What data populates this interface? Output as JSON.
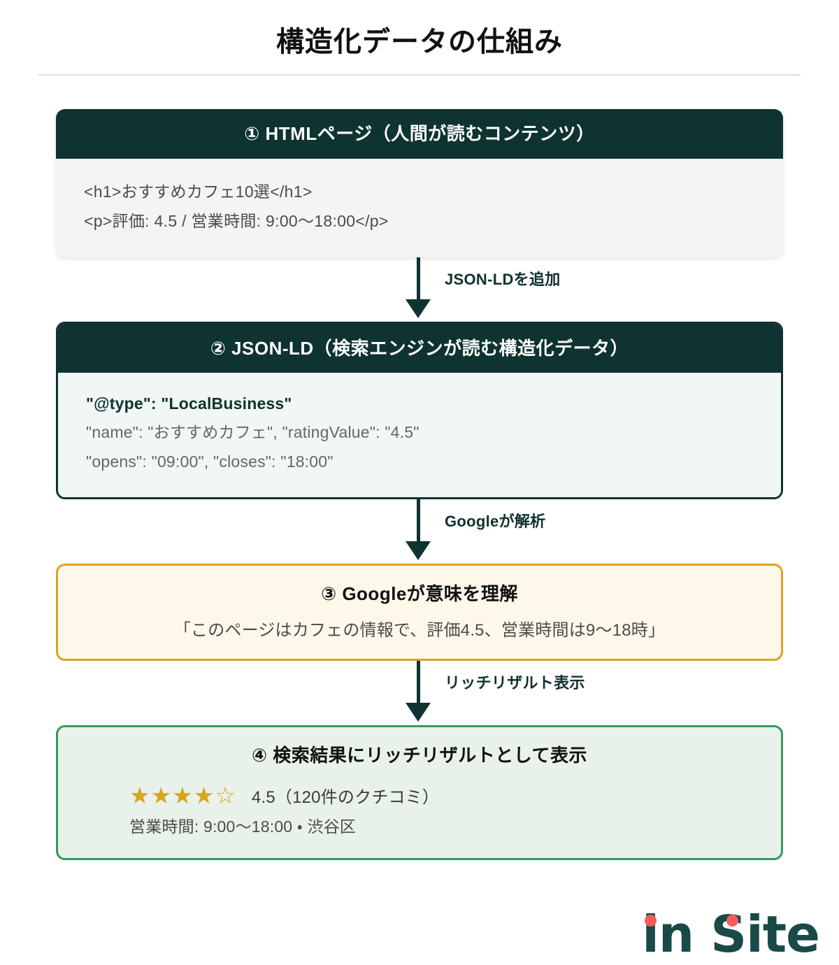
{
  "page": {
    "title": "構造化データの仕組み"
  },
  "brand": {
    "name": "in Site",
    "part_one": "in",
    "part_two": "Site",
    "text_color": "#1a4a47",
    "dot_color": "#f85d55"
  },
  "colors": {
    "dark_teal": "#0e3330",
    "gold": "#d9a521",
    "green": "#34995a",
    "gray_body": "#f4f4f4",
    "mint_body": "#f0f7f5",
    "cream_body": "#fdf8ea",
    "pale_green_body": "#e8f2ea",
    "divider": "#dddddd"
  },
  "steps": [
    {
      "id": "step-1",
      "header": "① HTMLページ（人間が読むコンテンツ）",
      "lines": [
        "<h1>おすすめカフェ10選</h1>",
        "<p>評価: 4.5 / 営業時間: 9:00〜18:00</p>"
      ]
    },
    {
      "id": "step-2",
      "header": "② JSON-LD（検索エンジンが読む構造化データ）",
      "lines": [
        "\"@type\": \"LocalBusiness\"",
        "\"name\": \"おすすめカフェ\", \"ratingValue\": \"4.5\"",
        "\"opens\": \"09:00\", \"closes\": \"18:00\""
      ]
    },
    {
      "id": "step-3",
      "title": "③ Googleが意味を理解",
      "quote": "「このページはカフェの情報で、評価4.5、営業時間は9〜18時」"
    },
    {
      "id": "step-4",
      "title": "④ 検索結果にリッチリザルトとして表示",
      "stars": "★★★★☆",
      "stars_filled": 4,
      "stars_total": 5,
      "rating_text": "4.5（120件のクチコミ）",
      "rating_value": "4.5",
      "review_count": "120",
      "hours_text": "営業時間: 9:00〜18:00 ・ 渋谷区"
    }
  ],
  "connectors": [
    {
      "id": "connector-1",
      "label": "JSON-LDを追加"
    },
    {
      "id": "connector-2",
      "label": "Googleが解析"
    },
    {
      "id": "connector-3",
      "label": "リッチリザルト表示"
    }
  ]
}
